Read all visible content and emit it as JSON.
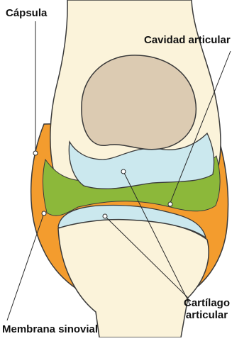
{
  "labels": {
    "capsula": "Cápsula",
    "cavidad_articular": "Cavidad articular",
    "cartilago_line1": "Cartílago",
    "cartilago_line2": "articular",
    "membrana_sinovial": "Membrana sinovial"
  },
  "colors": {
    "capsule": "#f39c2e",
    "synovial_membrane": "#8cb83a",
    "cartilage": "#cbe8ee",
    "bone": "#fbf3da",
    "bone_marrow": "#dccbb2",
    "outline": "#3a3a3a",
    "leader_line": "#2a2a2a"
  }
}
